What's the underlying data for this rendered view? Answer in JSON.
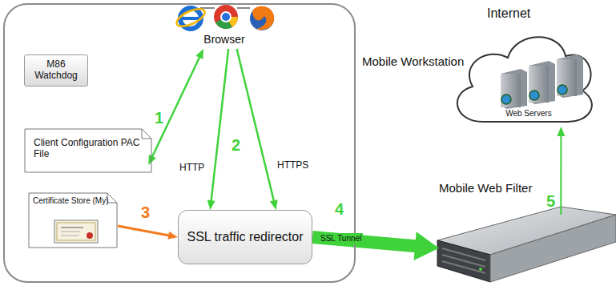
{
  "diagram": {
    "nodes": [
      {
        "text": [
          "Mobile Workstation"
        ]
      },
      {
        "text": [
          "M86 Watchdog"
        ],
        "in": 0
      },
      {
        "text": [
          "Browser"
        ],
        "in": 0
      },
      {
        "text": [
          "Client Configuration PAC File"
        ],
        "in": 0
      },
      {
        "text": [
          "Certificate Store (My)"
        ],
        "in": 0
      },
      {
        "text": [
          "SSL traffic redirector"
        ],
        "in": 0
      },
      {
        "text": [
          "Internet",
          "Web Servers"
        ]
      },
      {
        "text": [
          "Mobile Web Filter"
        ]
      }
    ],
    "edges": [
      {
        "from": 2,
        "to": 3,
        "label": "1",
        "arrow": "both"
      },
      {
        "from": 2,
        "to": 5,
        "label": "HTTP",
        "arrow": "to"
      },
      {
        "from": 2,
        "to": 5,
        "label": "HTTPS",
        "arrow": "to"
      },
      {
        "from": 4,
        "to": 5,
        "label": "3",
        "arrow": "to"
      },
      {
        "from": 5,
        "to": 7,
        "label": "SSL Tunnel",
        "arrow": "to"
      },
      {
        "from": 7,
        "to": 6,
        "label": "5",
        "arrow": "to"
      }
    ],
    "labels": [
      "2",
      "4"
    ]
  }
}
